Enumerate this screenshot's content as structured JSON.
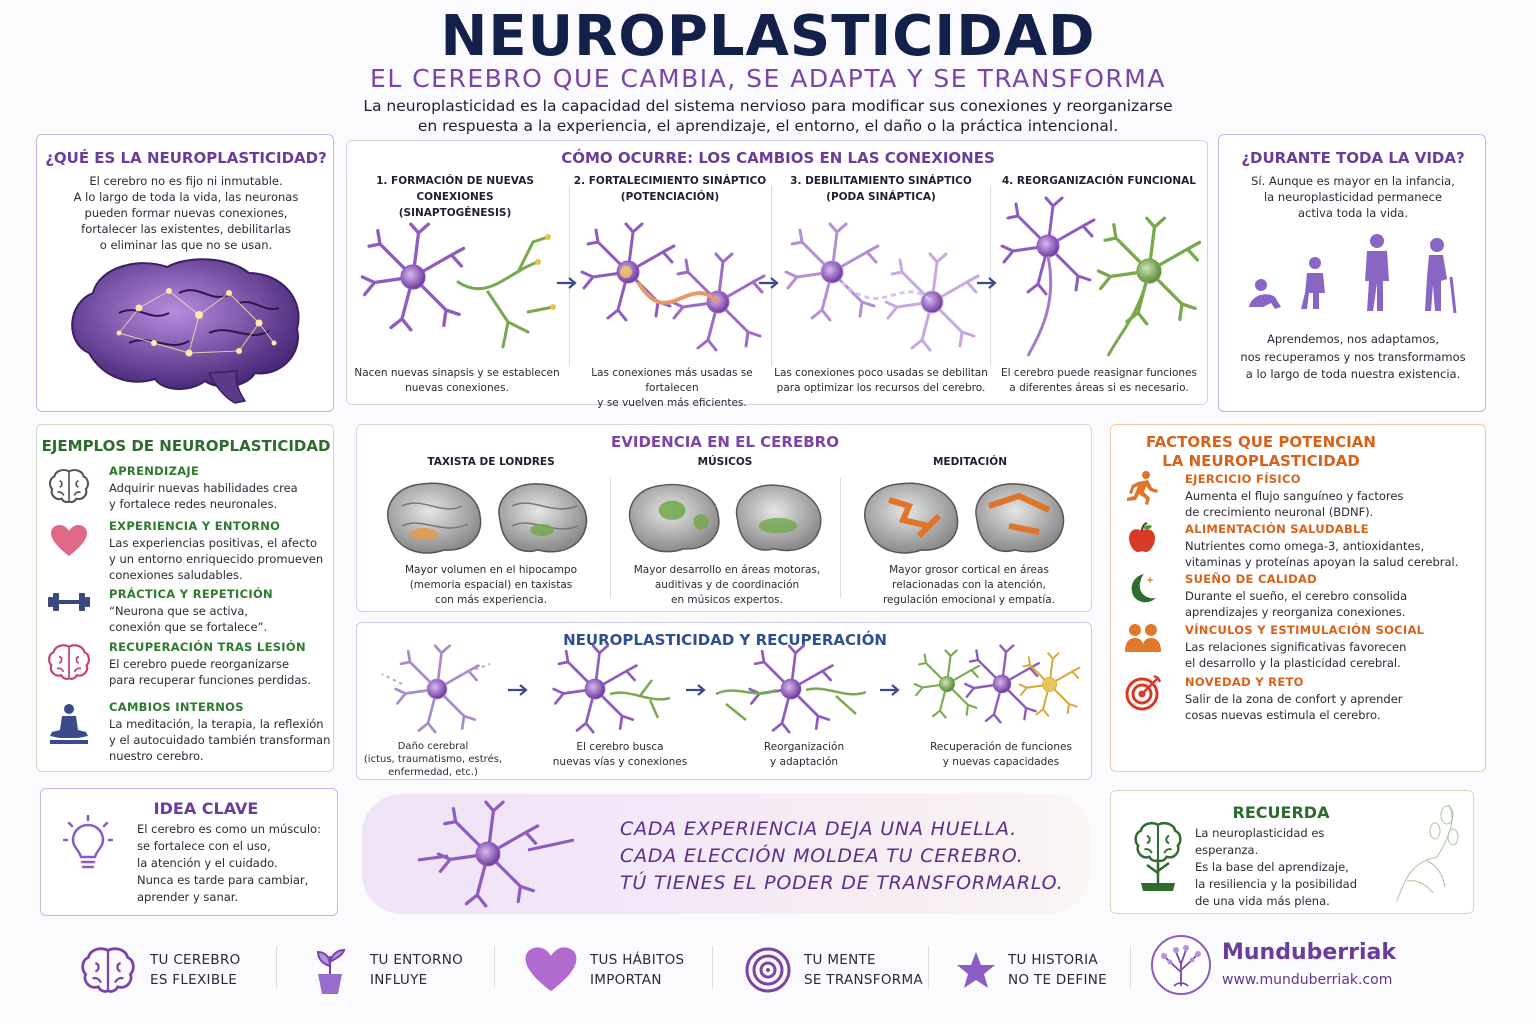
{
  "header": {
    "title": "NEUROPLASTICIDAD",
    "subtitle": "EL CEREBRO QUE CAMBIA, SE ADAPTA Y SE TRANSFORMA",
    "intro_line1": "La neuroplasticidad es la capacidad del sistema nervioso para modificar sus conexiones y reorganizarse",
    "intro_line2": "en respuesta a la experiencia, el aprendizaje, el entorno, el daño o la práctica intencional."
  },
  "que_es": {
    "title": "¿QUÉ ES LA NEUROPLASTICIDAD?",
    "lines": [
      "El cerebro no es fijo ni inmutable.",
      "A lo largo de toda la vida, las neuronas",
      "pueden formar nuevas conexiones,",
      "fortalecer las existentes, debilitarlas",
      "o eliminar las que no se usan."
    ]
  },
  "como_ocurre": {
    "title": "CÓMO OCURRE: LOS CAMBIOS EN LAS CONEXIONES",
    "steps": [
      {
        "head1": "1. FORMACIÓN DE NUEVAS CONEXIONES",
        "head2": "(SINAPTOGÉNESIS)",
        "cap1": "Nacen nuevas sinapsis y se establecen",
        "cap2": "nuevas conexiones."
      },
      {
        "head1": "2. FORTALECIMIENTO SINÁPTICO",
        "head2": "(POTENCIACIÓN)",
        "cap1": "Las conexiones más usadas se fortalecen",
        "cap2": "y se vuelven más eficientes."
      },
      {
        "head1": "3. DEBILITAMIENTO SINÁPTICO",
        "head2": "(PODA SINÁPTICA)",
        "cap1": "Las conexiones poco usadas se debilitan",
        "cap2": "para optimizar los recursos del cerebro."
      },
      {
        "head1": "4. REORGANIZACIÓN FUNCIONAL",
        "head2": "",
        "cap1": "El cerebro puede reasignar funciones",
        "cap2": "a diferentes áreas si es necesario."
      }
    ]
  },
  "toda_vida": {
    "title": "¿DURANTE TODA LA VIDA?",
    "lines_top": [
      "Sí. Aunque es mayor en la infancia,",
      "la neuroplasticidad permanece",
      "activa toda la vida."
    ],
    "lines_bottom": [
      "Aprendemos, nos adaptamos,",
      "nos recuperamos y nos transformamos",
      "a lo largo de toda nuestra existencia."
    ]
  },
  "ejemplos": {
    "title": "EJEMPLOS DE NEUROPLASTICIDAD",
    "items": [
      {
        "icon": "brain-outline-icon",
        "title": "APRENDIZAJE",
        "lines": [
          "Adquirir nuevas habilidades crea",
          "y fortalece redes neuronales."
        ]
      },
      {
        "icon": "heart-icon",
        "title": "EXPERIENCIA Y ENTORNO",
        "lines": [
          "Las experiencias positivas, el afecto",
          "y un entorno enriquecido promueven",
          "conexiones saludables."
        ]
      },
      {
        "icon": "dumbbell-icon",
        "title": "PRÁCTICA Y REPETICIÓN",
        "lines": [
          "“Neurona que se activa,",
          "conexión que se fortalece”."
        ]
      },
      {
        "icon": "brain-recovery-icon",
        "title": "RECUPERACIÓN TRAS LESIÓN",
        "lines": [
          "El cerebro puede reorganizarse",
          "para recuperar funciones perdidas."
        ]
      },
      {
        "icon": "meditation-icon",
        "title": "CAMBIOS INTERNOS",
        "lines": [
          "La meditación, la terapia, la reflexión",
          "y el autocuidado también transforman",
          "nuestro cerebro."
        ]
      }
    ]
  },
  "evidencia": {
    "title": "EVIDENCIA EN EL CEREBRO",
    "cols": [
      {
        "head": "TAXISTA DE LONDRES",
        "lines": [
          "Mayor volumen en el hipocampo",
          "(memoria espacial) en taxistas",
          "con más experiencia."
        ]
      },
      {
        "head": "MÚSICOS",
        "lines": [
          "Mayor desarrollo en áreas motoras,",
          "auditivas y de coordinación",
          "en músicos expertos."
        ]
      },
      {
        "head": "MEDITACIÓN",
        "lines": [
          "Mayor grosor cortical en áreas",
          "relacionadas con la atención,",
          "regulación emocional y empatía."
        ]
      }
    ]
  },
  "recuperacion": {
    "title": "NEUROPLASTICIDAD Y RECUPERACIÓN",
    "steps": [
      {
        "lines": [
          "Daño cerebral",
          "(ictus, traumatismo, estrés,",
          "enfermedad, etc.)"
        ]
      },
      {
        "lines": [
          "El cerebro busca",
          "nuevas vías y conexiones"
        ]
      },
      {
        "lines": [
          "Reorganización",
          "y adaptación"
        ]
      },
      {
        "lines": [
          "Recuperación de funciones",
          "y nuevas capacidades"
        ]
      }
    ]
  },
  "factores": {
    "title1": "FACTORES QUE POTENCIAN",
    "title2": "LA NEUROPLASTICIDAD",
    "items": [
      {
        "icon": "running-icon",
        "title": "EJERCICIO FÍSICO",
        "lines": [
          "Aumenta el flujo sanguíneo y factores",
          "de crecimiento neuronal (BDNF)."
        ]
      },
      {
        "icon": "apple-icon",
        "title": "ALIMENTACIÓN SALUDABLE",
        "lines": [
          "Nutrientes como omega-3, antioxidantes,",
          "vitaminas y proteínas apoyan la salud cerebral."
        ]
      },
      {
        "icon": "moon-icon",
        "title": "SUEÑO DE CALIDAD",
        "lines": [
          "Durante el sueño, el cerebro consolida",
          "aprendizajes y reorganiza conexiones."
        ]
      },
      {
        "icon": "people-icon",
        "title": "VÍNCULOS Y ESTIMULACIÓN SOCIAL",
        "lines": [
          "Las relaciones significativas favorecen",
          "el desarrollo y la plasticidad cerebral."
        ]
      },
      {
        "icon": "target-icon",
        "title": "NOVEDAD Y RETO",
        "lines": [
          "Salir de la zona de confort y aprender",
          "cosas nuevas estimula el cerebro."
        ]
      }
    ]
  },
  "idea_clave": {
    "title": "IDEA CLAVE",
    "lines": [
      "El cerebro es como un músculo:",
      "se fortalece con el uso,",
      "la atención y el cuidado.",
      "Nunca es tarde para cambiar,",
      "aprender y sanar."
    ]
  },
  "quote": {
    "lines": [
      "CADA EXPERIENCIA DEJA UNA HUELLA.",
      "CADA ELECCIÓN MOLDEA TU CEREBRO.",
      "TÚ TIENES EL PODER DE TRANSFORMARLO."
    ]
  },
  "recuerda": {
    "title": "RECUERDA",
    "lines": [
      "La neuroplasticidad es esperanza.",
      "Es la base del aprendizaje,",
      "la resiliencia y la posibilidad",
      "de una vida más plena."
    ]
  },
  "footer": {
    "items": [
      {
        "icon": "brain-icon",
        "line1": "TU CEREBRO",
        "line2": "ES FLEXIBLE"
      },
      {
        "icon": "plant-icon",
        "line1": "TU ENTORNO",
        "line2": "INFLUYE"
      },
      {
        "icon": "heart-icon",
        "line1": "TUS HÁBITOS",
        "line2": "IMPORTAN"
      },
      {
        "icon": "spiral-icon",
        "line1": "TU MENTE",
        "line2": "SE TRANSFORMA"
      },
      {
        "icon": "star-icon",
        "line1": "TU HISTORIA",
        "line2": "NO TE DEFINE"
      }
    ],
    "brand": "Munduberriak",
    "url": "www.munduberriak.com"
  },
  "colors": {
    "navy": "#13214a",
    "purple": "#7b45a8",
    "green": "#2e7a2e",
    "orange": "#d8621a"
  }
}
